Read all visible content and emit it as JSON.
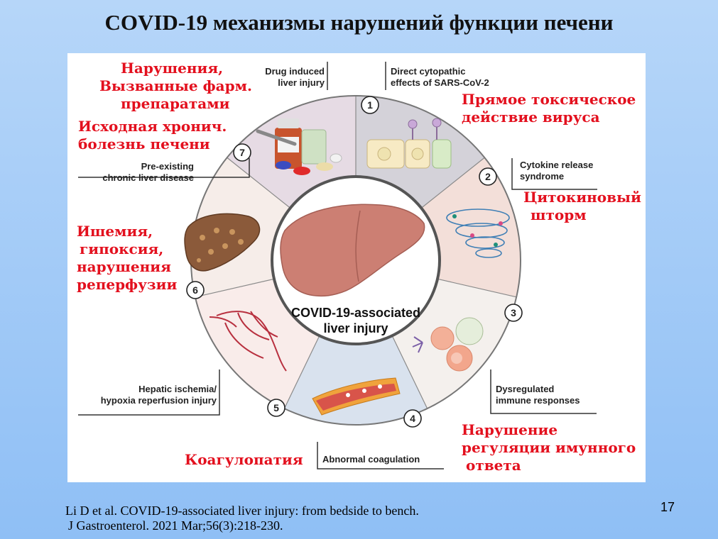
{
  "slide": {
    "title": "COVID-19 механизмы нарушений функции печени",
    "page_number": "17",
    "citation": {
      "line1": "Li D et al. COVID-19-associated liver injury: from bedside to bench.",
      "line2": "J Gastroenterol. 2021 Mar;56(3):218-230."
    }
  },
  "figure": {
    "center": {
      "line1": "COVID-19-associated",
      "line2": "liver injury"
    },
    "mechanisms": [
      {
        "number": "1",
        "line1": "Direct cytopathic",
        "line2": "effects of SARS-CoV-2",
        "color": "#d4d2d9"
      },
      {
        "number": "2",
        "line1": "Cytokine release",
        "line2": "syndrome",
        "color": "#f3dfd9"
      },
      {
        "number": "3",
        "line1": "Dysregulated",
        "line2": "immune responses",
        "color": "#f4f0ed"
      },
      {
        "number": "4",
        "line1": "Abnormal coagulation",
        "color": "#d9e2ee"
      },
      {
        "number": "5",
        "line1": "Hepatic ischemia/",
        "line2": "hypoxia reperfusion injury",
        "color": "#f9ecea"
      },
      {
        "number": "6",
        "line1": "Pre-existing",
        "line2": "chronic liver disease",
        "color": "#f6ede9"
      },
      {
        "number": "7",
        "line1": "Drug induced",
        "line2": "liver injury",
        "color": "#e6dbe4"
      }
    ]
  },
  "annotations_ru": {
    "drug": [
      "Нарушения,",
      "Вызванные фарм.",
      "препаратами"
    ],
    "chronic": [
      "Исходная  хронич.",
      "болезнь печени"
    ],
    "virus": [
      "Прямое токсическое",
      "действие вируса"
    ],
    "cytokine": [
      "Цитокиновый",
      "шторм"
    ],
    "ischemia": [
      "Ишемия,",
      "гипоксия,",
      "нарушения",
      "реперфузии"
    ],
    "coagulation": [
      "Коагулопатия"
    ],
    "immune": [
      "Нарушение",
      "регуляции имунного",
      "ответа"
    ]
  }
}
